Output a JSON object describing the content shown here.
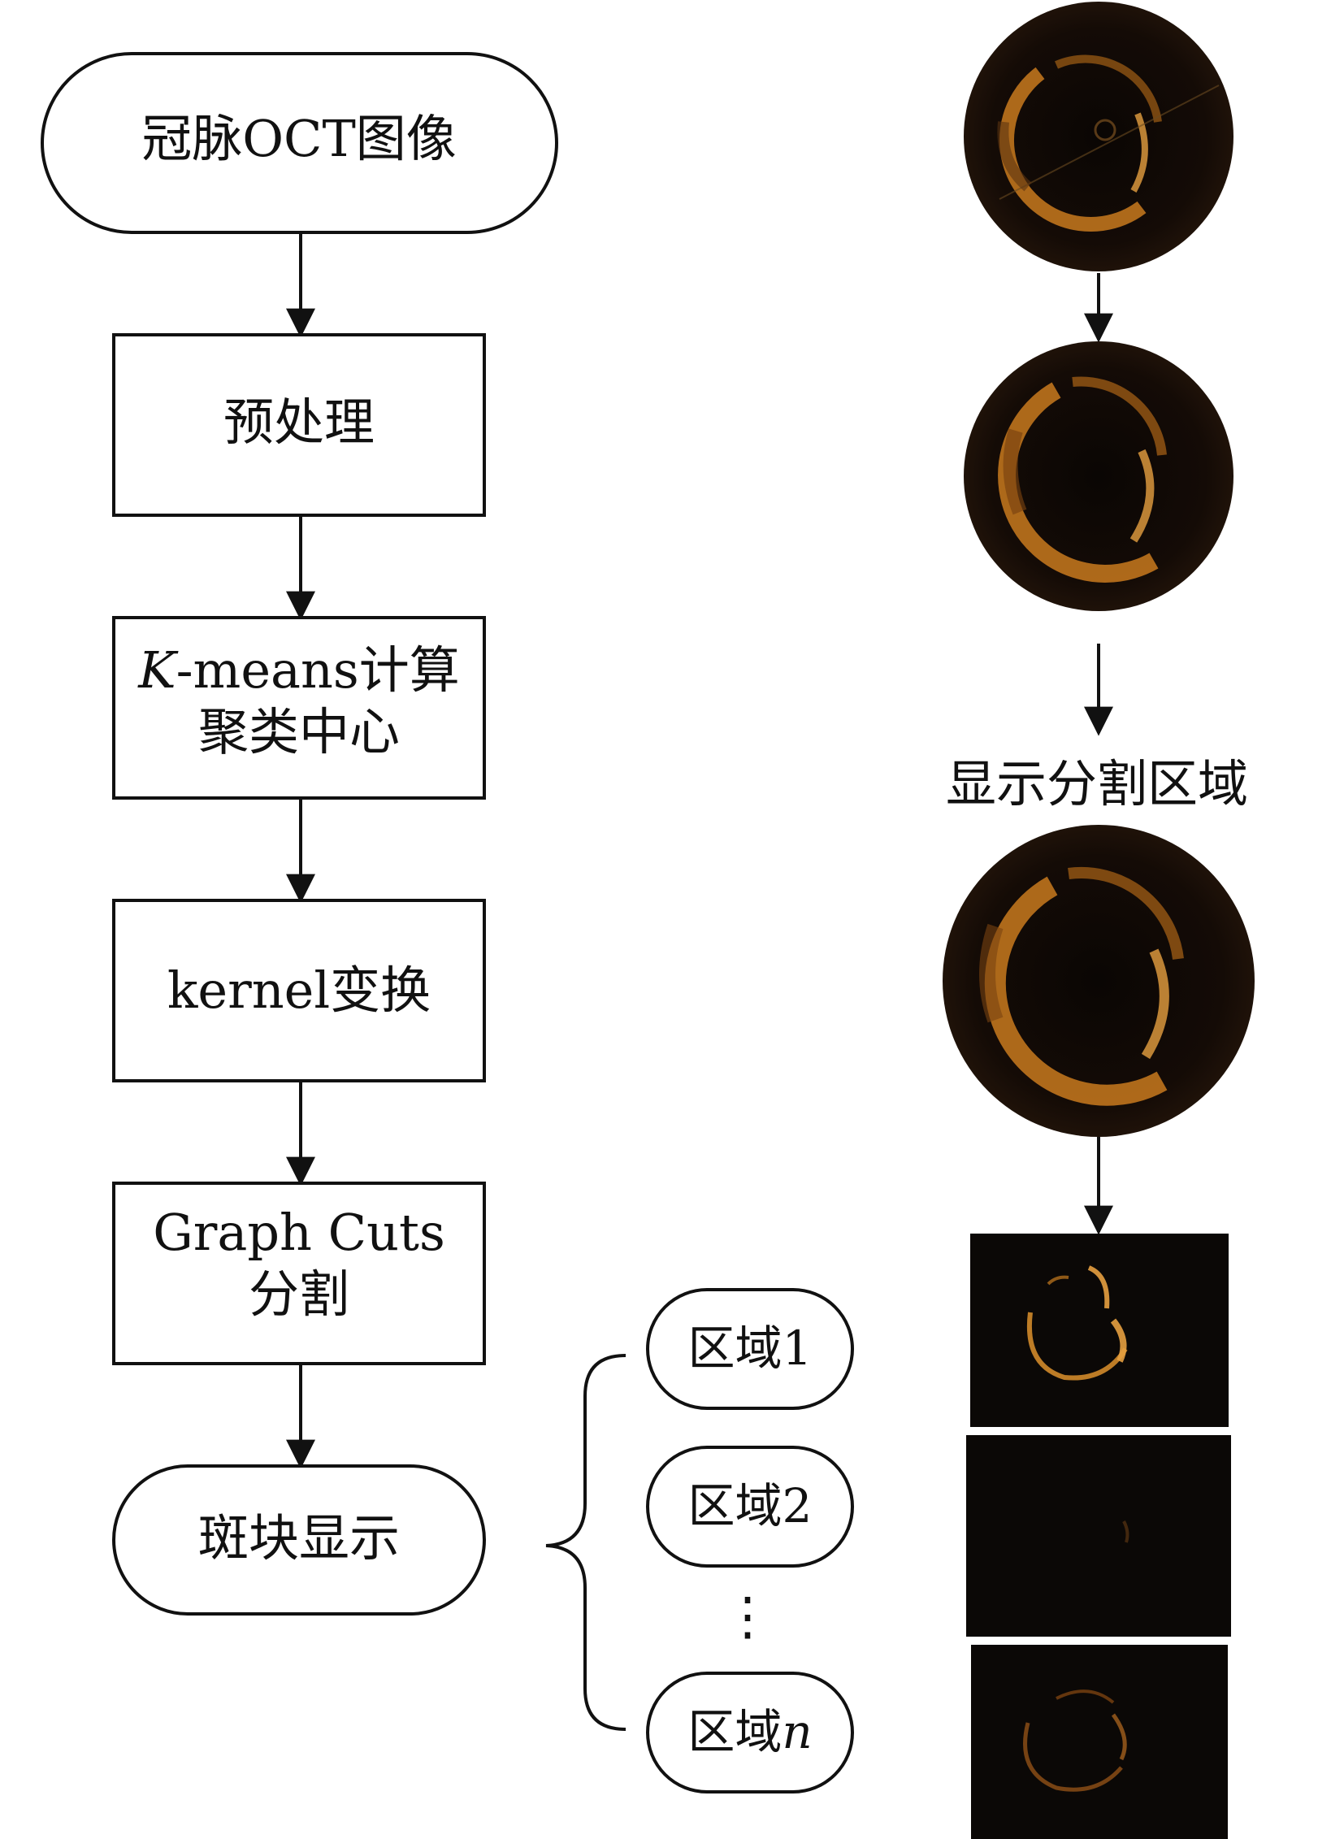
{
  "flow": {
    "start": "冠脉OCT图像",
    "preprocess": "预处理",
    "kmeans": {
      "italic": "K",
      "line1_rest": "-means计算",
      "line2": "聚类中心"
    },
    "kernel": "kernel变换",
    "graphcuts": {
      "line1": "Graph Cuts",
      "line2": "分割"
    },
    "display": "斑块显示"
  },
  "regions": {
    "r1": "区域1",
    "r2": "区域2",
    "ellipsis": "⋮",
    "rn": {
      "prefix": "区域",
      "italic": "n"
    }
  },
  "right": {
    "caption": "显示分割区域"
  },
  "colors": {
    "stroke": "#111111",
    "ring": "#c97a1e",
    "ring_bright": "#e6a040",
    "dark_bg": "#0b0806"
  }
}
